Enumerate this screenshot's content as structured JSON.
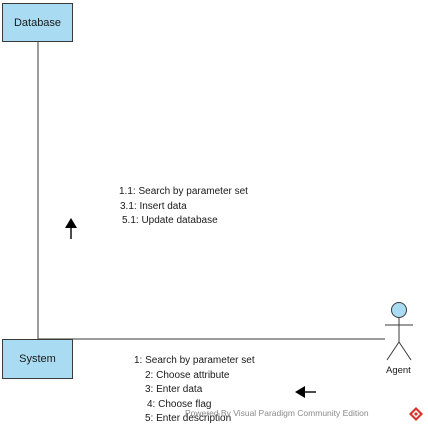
{
  "lifelines": {
    "database": "Database",
    "system": "System",
    "agent": "Agent"
  },
  "messages_upper": [
    "1.1: Search by parameter set",
    "3.1: Insert data",
    "5.1: Update database"
  ],
  "messages_lower": [
    "1: Search by parameter set",
    "2: Choose attribute",
    "3: Enter data",
    "4: Choose flag",
    "5: Enter description"
  ],
  "watermark": "Powered By  Visual Paradigm Community Edition",
  "colors": {
    "lifeline_fill": "#a9dcf3",
    "actor_head_fill": "#a9dcf3",
    "line": "#3a3a3a",
    "logo_red": "#d9342b"
  }
}
